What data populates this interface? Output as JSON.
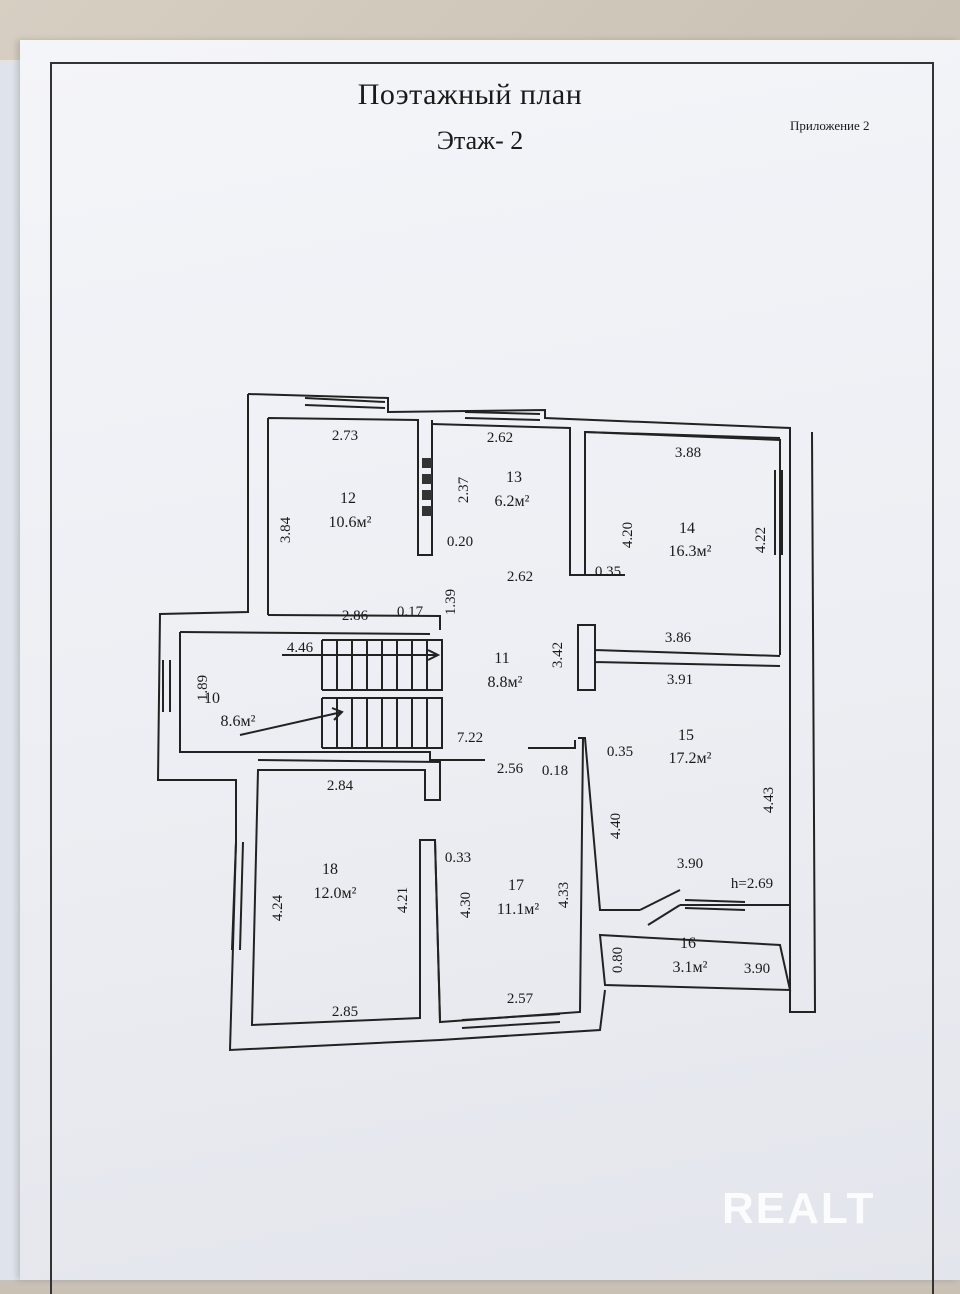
{
  "document": {
    "title": "Поэтажный план",
    "subtitle": "Этаж- 2",
    "appendix": "Приложение 2"
  },
  "rooms": [
    {
      "number": "10",
      "area": "8.6м²"
    },
    {
      "number": "11",
      "area": "8.8м²"
    },
    {
      "number": "12",
      "area": "10.6м²"
    },
    {
      "number": "13",
      "area": "6.2м²"
    },
    {
      "number": "14",
      "area": "16.3м²"
    },
    {
      "number": "15",
      "area": "17.2м²"
    },
    {
      "number": "16",
      "area": "3.1м²"
    },
    {
      "number": "17",
      "area": "11.1м²"
    },
    {
      "number": "18",
      "area": "12.0м²"
    }
  ],
  "dimensions": {
    "r12_top": "2.73",
    "r12_side": "3.84",
    "r13_top": "2.62",
    "r13_side": "2.37",
    "r13_wall": "0.20",
    "r13_bottom": "2.62",
    "r14_top": "3.88",
    "r14_left": "4.20",
    "r14_right": "4.22",
    "r14_wall": "0.35",
    "r11_top": "2.86",
    "r11_wall": "0.17",
    "r11_vert": "1.39",
    "r11_side": "3.42",
    "r10_len": "4.46",
    "r10_side": "1.89",
    "r10_long": "7.22",
    "r15_top_a": "3.86",
    "r15_top_b": "3.91",
    "r15_wall": "0.35",
    "r15_left": "4.40",
    "r15_right": "4.43",
    "r15_bottom": "3.90",
    "height": "h=2.69",
    "hall_wall": "0.18",
    "hall_width": "2.56",
    "r18_top": "2.84",
    "r18_left": "4.24",
    "r18_right": "4.21",
    "r18_bottom": "2.85",
    "r17_wall": "0.33",
    "r17_left": "4.30",
    "r17_right": "4.33",
    "r17_bottom": "2.57",
    "r16_side": "0.80",
    "r16_len": "3.90"
  },
  "watermark": "REALT"
}
